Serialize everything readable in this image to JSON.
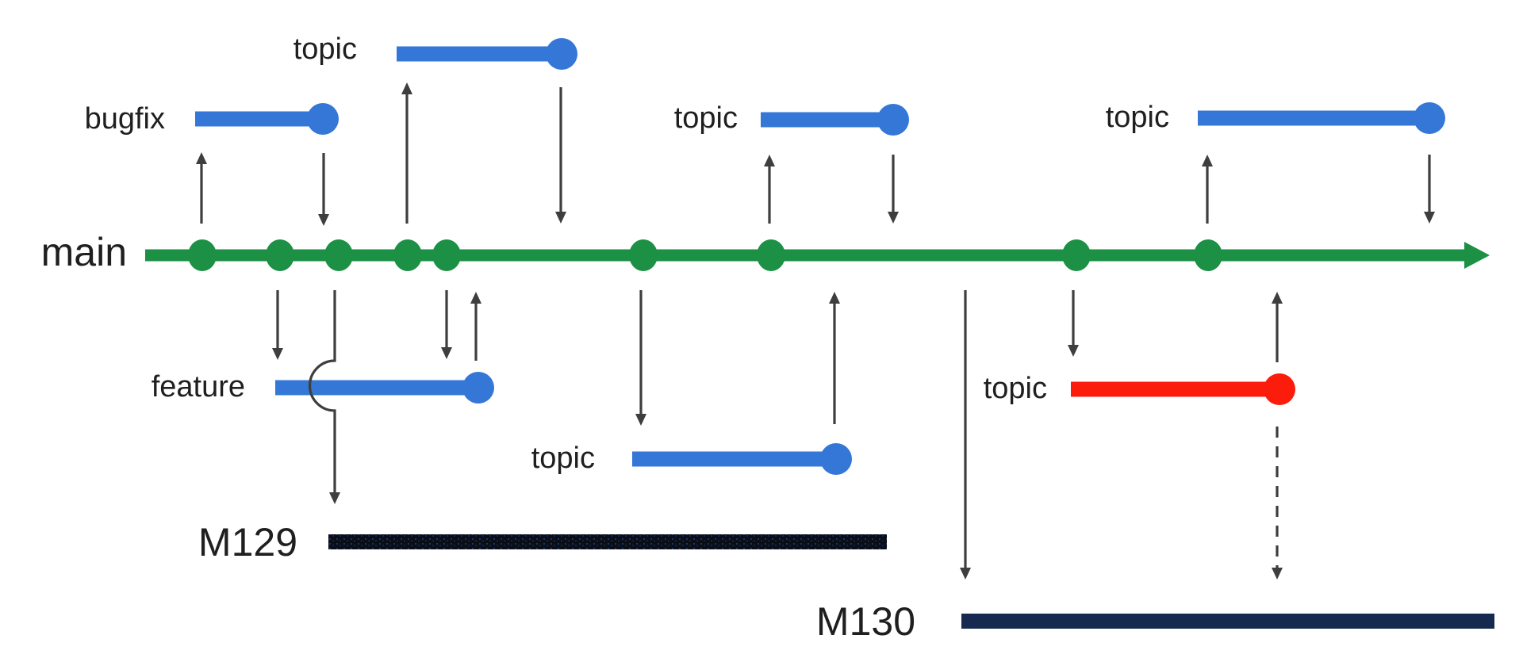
{
  "palette": {
    "background": "#ffffff",
    "main-green": "#1c9044",
    "branch-blue": "#3477d6",
    "branch-red": "#fb1c0c",
    "arrow-gray": "#3e3e3e",
    "text-dark": "#1f1f1f",
    "m129-bar": "#0a0e17",
    "m129-speckle": "#22407c",
    "m130-bar": "#16294e"
  },
  "main_branch": {
    "label": "main",
    "commit_count": 9
  },
  "branches": [
    {
      "label": "bugfix",
      "color": "#3477d6",
      "position": "above-main"
    },
    {
      "label": "topic",
      "color": "#3477d6",
      "position": "above-main"
    },
    {
      "label": "topic",
      "color": "#3477d6",
      "position": "above-main"
    },
    {
      "label": "topic",
      "color": "#3477d6",
      "position": "above-main"
    },
    {
      "label": "feature",
      "color": "#3477d6",
      "position": "below-main"
    },
    {
      "label": "topic",
      "color": "#3477d6",
      "position": "below-main"
    },
    {
      "label": "topic",
      "color": "#fb1c0c",
      "position": "below-main"
    }
  ],
  "milestones": [
    {
      "label": "M129"
    },
    {
      "label": "M130"
    }
  ]
}
